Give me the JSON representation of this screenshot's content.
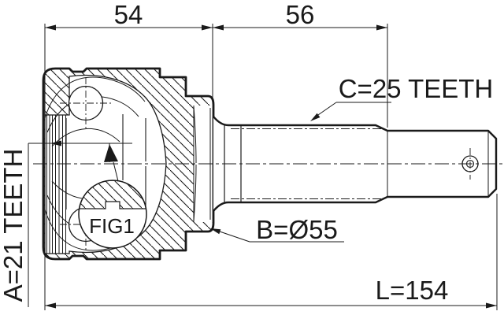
{
  "drawing": {
    "background_color": "#ffffff",
    "line_color": "#1a1a1a",
    "dimensions": {
      "housing_width": "54",
      "spline_length": "56",
      "total_length": "L=154"
    },
    "labels": {
      "inner_spline_teeth": "A=21 TEETH",
      "housing_diameter": "B=Ø55",
      "shaft_spline_teeth": "C=25 TEETH",
      "detail_callout": "FIG1"
    }
  }
}
